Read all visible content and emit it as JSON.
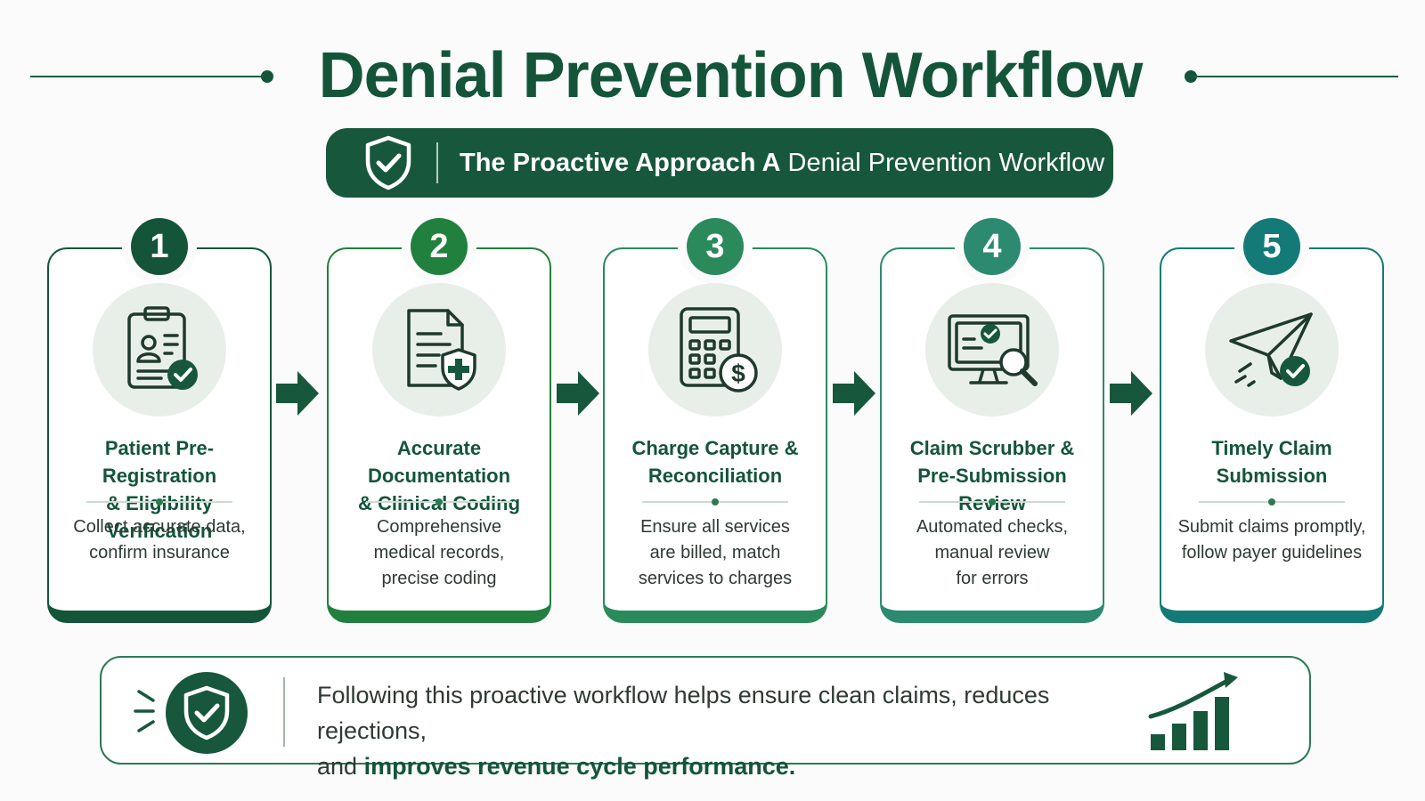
{
  "header": {
    "title": "Denial Prevention Workflow",
    "banner_bold": "The Proactive Approach A",
    "banner_regular": " Denial Prevention Workflow",
    "banner_icon": "shield-check-icon"
  },
  "steps": [
    {
      "number": "1",
      "title_line1": "Patient Pre-Registration",
      "title_line2": "& Eligibility Verification",
      "desc_line1": "Collect accurate data,",
      "desc_line2": "confirm insurance",
      "desc_line3": "",
      "icon": "clipboard-patient-check-icon",
      "color": "#14553a"
    },
    {
      "number": "2",
      "title_line1": "Accurate Documentation",
      "title_line2": "& Clinical Coding",
      "desc_line1": "Comprehensive",
      "desc_line2": "medical records,",
      "desc_line3": "precise coding",
      "icon": "document-medical-shield-icon",
      "color": "#22803e"
    },
    {
      "number": "3",
      "title_line1": "Charge Capture &",
      "title_line2": "Reconciliation",
      "desc_line1": "Ensure all services",
      "desc_line2": "are billed, match",
      "desc_line3": "services to charges",
      "icon": "calculator-dollar-icon",
      "color": "#2a8a5c"
    },
    {
      "number": "4",
      "title_line1": "Claim Scrubber &",
      "title_line2": "Pre-Submission Review",
      "desc_line1": "Automated checks,",
      "desc_line2": "manual review",
      "desc_line3": "for errors",
      "icon": "monitor-magnifier-icon",
      "color": "#2c8a70"
    },
    {
      "number": "5",
      "title_line1": "Timely Claim",
      "title_line2": "Submission",
      "desc_line1": "Submit claims promptly,",
      "desc_line2": "follow payer guidelines",
      "desc_line3": "",
      "icon": "paper-plane-check-icon",
      "color": "#147a78"
    }
  ],
  "footer": {
    "text_regular_1": "Following this proactive workflow helps ensure clean claims, reduces rejections,",
    "text_regular_2": "and ",
    "text_bold": "improves revenue  cycle performance.",
    "left_icon": "shield-check-icon",
    "right_icon": "growth-chart-icon"
  }
}
